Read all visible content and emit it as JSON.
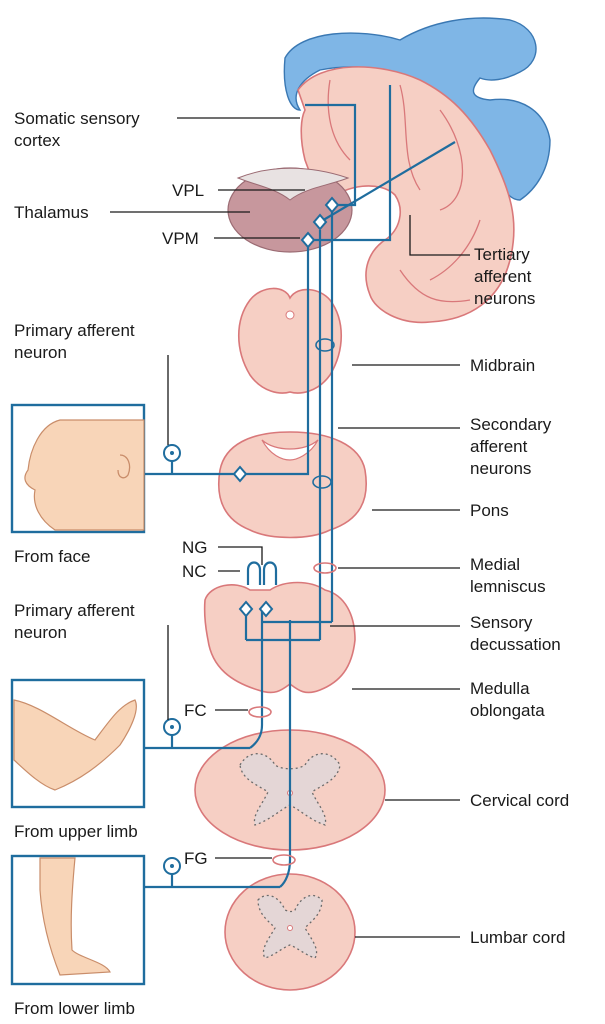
{
  "labels": {
    "somatic_sensory_cortex": [
      "Somatic sensory",
      "cortex"
    ],
    "thalamus": "Thalamus",
    "vpl": "VPL",
    "vpm": "VPM",
    "tertiary": [
      "Tertiary",
      "afferent",
      "neurons"
    ],
    "primary_face": [
      "Primary afferent",
      "neuron"
    ],
    "midbrain": "Midbrain",
    "secondary": [
      "Secondary",
      "afferent",
      "neurons"
    ],
    "from_face": "From face",
    "pons": "Pons",
    "ng": "NG",
    "nc": "NC",
    "medial_lemniscus": [
      "Medial",
      "lemniscus"
    ],
    "primary_limb": [
      "Primary afferent",
      "neuron"
    ],
    "sensory_decussation": [
      "Sensory",
      "decussation"
    ],
    "fc": "FC",
    "medulla": [
      "Medulla",
      "oblongata"
    ],
    "from_upper_limb": "From upper limb",
    "cervical_cord": "Cervical cord",
    "fg": "FG",
    "lumbar_cord": "Lumbar cord",
    "from_lower_limb": "From lower limb"
  },
  "colors": {
    "pathway": "#1f6d9e",
    "tissue": "#f6cfc4",
    "cortex_surface": "#7fb6e6"
  }
}
